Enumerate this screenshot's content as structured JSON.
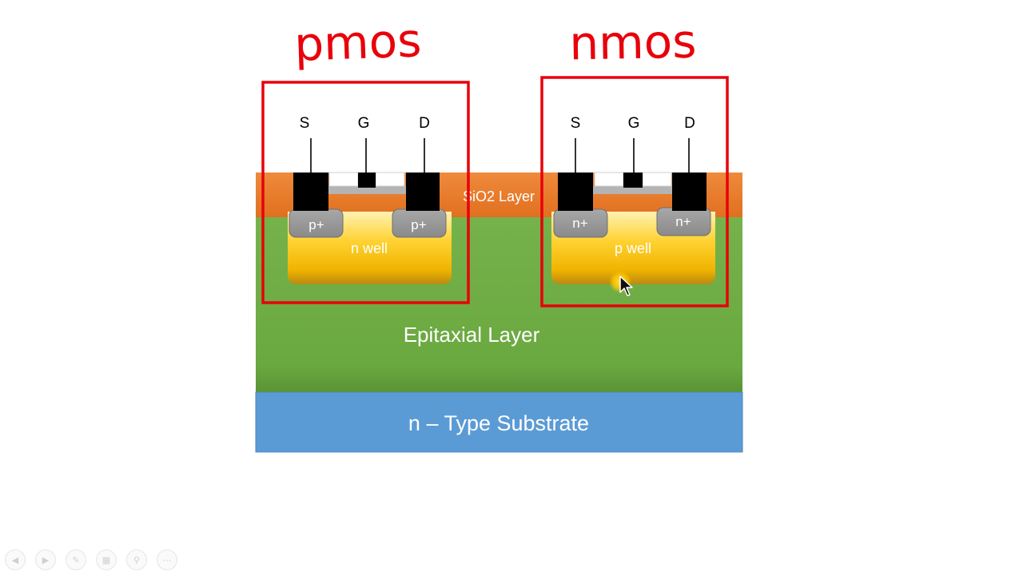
{
  "annotations": {
    "pmos": "pmos",
    "nmos": "nmos"
  },
  "terminals": {
    "source": "S",
    "gate": "G",
    "drain": "D"
  },
  "layers": {
    "oxide": "SiO2 Layer",
    "epitaxial": "Epitaxial Layer",
    "substrate": "n – Type Substrate"
  },
  "wells": {
    "pmos": "n well",
    "nmos": "p well"
  },
  "diffusions": {
    "pmos": "p+",
    "nmos": "n+"
  },
  "toolbar": {
    "icons": [
      "back-icon",
      "forward-icon",
      "pen-icon",
      "slides-icon",
      "zoom-icon",
      "more-icon"
    ]
  },
  "colors": {
    "oxide": "#ed7d31",
    "epitaxial": "#70ad47",
    "substrate": "#5b9bd5",
    "well": "#ffc000",
    "diffusion": "#9e9e9e",
    "metal": "#000000",
    "annotation": "#e8000b"
  }
}
